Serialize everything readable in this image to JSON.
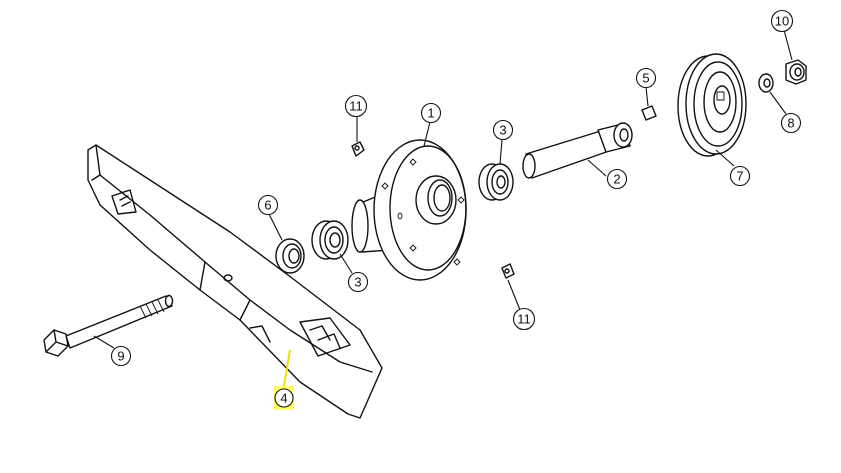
{
  "callouts": [
    {
      "id": "c1",
      "label": "1"
    },
    {
      "id": "c2",
      "label": "2"
    },
    {
      "id": "c3a",
      "label": "3"
    },
    {
      "id": "c3b",
      "label": "3"
    },
    {
      "id": "c4",
      "label": "4",
      "highlighted": true
    },
    {
      "id": "c5",
      "label": "5"
    },
    {
      "id": "c6",
      "label": "6"
    },
    {
      "id": "c7",
      "label": "7"
    },
    {
      "id": "c8",
      "label": "8"
    },
    {
      "id": "c9",
      "label": "9"
    },
    {
      "id": "c10",
      "label": "10"
    },
    {
      "id": "c11a",
      "label": "11"
    },
    {
      "id": "c11b",
      "label": "11"
    }
  ],
  "colors": {
    "line": "#111111",
    "highlight": "#ffff66",
    "background": "#ffffff"
  }
}
